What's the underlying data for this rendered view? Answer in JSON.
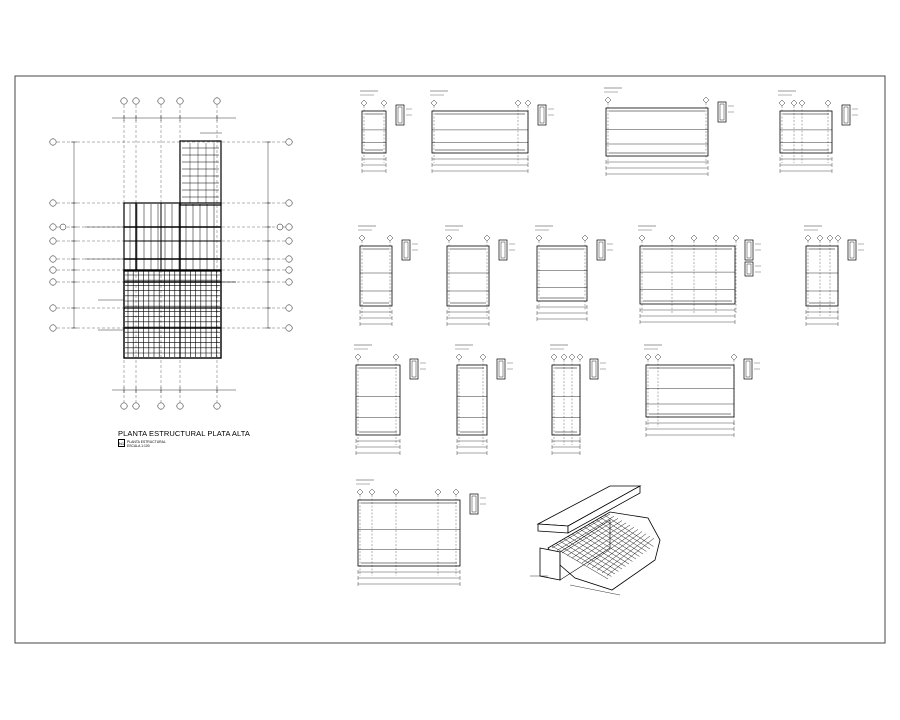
{
  "drawing": {
    "plan_title": "PLANTA ESTRUCTURAL PLATA ALTA",
    "scale_line_1": "PLANTA ESTRUCTURAL",
    "scale_line_2": "ESCALA 1:100",
    "scale_tag": "N1"
  },
  "colors": {
    "line": "#000000",
    "background": "#ffffff",
    "frame": "#555555"
  }
}
